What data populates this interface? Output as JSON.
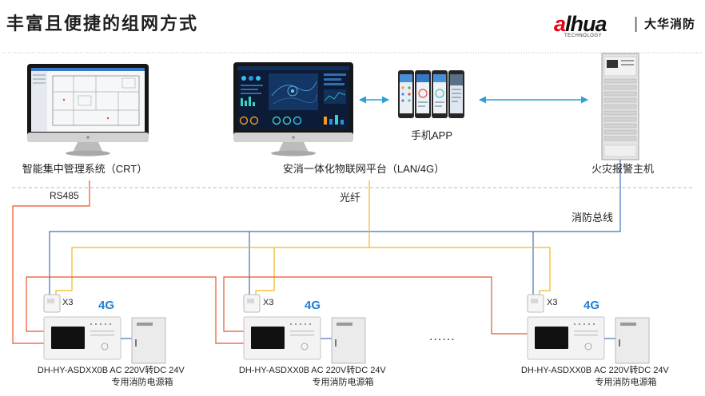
{
  "header": {
    "title": "丰富且便捷的组网方式",
    "logo": {
      "wordmark": "alhua",
      "tagline": "TECHNOLOGY",
      "divider": "|",
      "name_cn": "大华消防"
    }
  },
  "nodes": {
    "crt": {
      "label": "智能集中管理系统（CRT）",
      "icon": "desktop-monitor"
    },
    "platform": {
      "label": "安消一体化物联网平台（LAN/4G）",
      "icon": "desktop-monitor"
    },
    "app": {
      "label": "手机APP",
      "icon": "smartphones"
    },
    "fire_host": {
      "label": "火灾报警主机",
      "icon": "server-cabinet"
    }
  },
  "links": {
    "rs485": "RS485",
    "fiber": "光纤",
    "fire_bus": "消防总线"
  },
  "devices": [
    {
      "module": "X3",
      "network": "4G",
      "model": "DH-HY-ASDXX0B",
      "power_spec": "AC 220V转DC 24V",
      "power_name": "专用消防电源箱"
    },
    {
      "module": "X3",
      "network": "4G",
      "model": "DH-HY-ASDXX0B",
      "power_spec": "AC 220V转DC 24V",
      "power_name": "专用消防电源箱"
    },
    {
      "module": "X3",
      "network": "4G",
      "model": "DH-HY-ASDXX0B",
      "power_spec": "AC 220V转DC 24V",
      "power_name": "专用消防电源箱"
    }
  ],
  "ellipsis": "......",
  "colors": {
    "rs485_line": "#e8542a",
    "fiber_line": "#f2b81c",
    "fire_bus_line": "#3f72b8",
    "sync_arrow": "#2e9fd8",
    "badge_4g": "#1e80d8",
    "logo_red": "#e60012"
  }
}
